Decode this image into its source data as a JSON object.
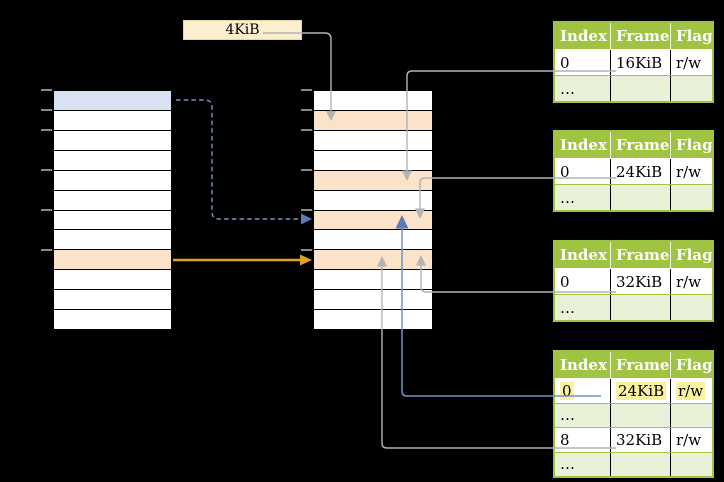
{
  "diagram": {
    "background": "#000000",
    "size_label": "4KiB"
  },
  "virtual_memory": {
    "rows": 12,
    "highlighted_rows": [
      {
        "index": 0,
        "color_key": "blue"
      },
      {
        "index": 8,
        "color_key": "orange"
      }
    ],
    "tick_rows": [
      0,
      1,
      2,
      4,
      6,
      8
    ]
  },
  "physical_memory": {
    "rows": 12,
    "highlighted_rows": [
      {
        "index": 1,
        "color_key": "orange"
      },
      {
        "index": 4,
        "color_key": "orange"
      },
      {
        "index": 6,
        "color_key": "orange"
      },
      {
        "index": 8,
        "color_key": "orange"
      }
    ],
    "tick_rows": [
      0,
      1,
      2,
      4,
      6,
      8
    ]
  },
  "page_tables": [
    {
      "id": "page-table-1",
      "headers": [
        "Index",
        "Frame",
        "Flags"
      ],
      "rows": [
        {
          "cells": [
            "0",
            "16KiB",
            "r/w"
          ],
          "shaded": false,
          "highlighted": false
        },
        {
          "cells": [
            "…",
            "",
            ""
          ],
          "shaded": true,
          "highlighted": false
        }
      ]
    },
    {
      "id": "page-table-2",
      "headers": [
        "Index",
        "Frame",
        "Flags"
      ],
      "rows": [
        {
          "cells": [
            "0",
            "24KiB",
            "r/w"
          ],
          "shaded": false,
          "highlighted": false
        },
        {
          "cells": [
            "…",
            "",
            ""
          ],
          "shaded": true,
          "highlighted": false
        }
      ]
    },
    {
      "id": "page-table-3",
      "headers": [
        "Index",
        "Frame",
        "Flags"
      ],
      "rows": [
        {
          "cells": [
            "0",
            "32KiB",
            "r/w"
          ],
          "shaded": false,
          "highlighted": false
        },
        {
          "cells": [
            "…",
            "",
            ""
          ],
          "shaded": true,
          "highlighted": false
        }
      ]
    },
    {
      "id": "page-table-4",
      "headers": [
        "Index",
        "Frame",
        "Flags"
      ],
      "rows": [
        {
          "cells": [
            "0",
            "24KiB",
            "r/w"
          ],
          "shaded": false,
          "highlighted": true
        },
        {
          "cells": [
            "…",
            "",
            ""
          ],
          "shaded": true,
          "highlighted": false
        },
        {
          "cells": [
            "8",
            "32KiB",
            "r/w"
          ],
          "shaded": false,
          "highlighted": false
        },
        {
          "cells": [
            "…",
            "",
            ""
          ],
          "shaded": true,
          "highlighted": false
        }
      ]
    }
  ],
  "colors": {
    "table_header_green": "#a0c441",
    "table_row_green": "#e9f1d9",
    "frame_orange": "#fbe3c9",
    "page_blue": "#d8e2f2",
    "label_cream": "#fcefcd",
    "highlight_yellow": "#fbf2a0",
    "connector_gray": "#b3b3b3",
    "connector_blue": "#7292cb",
    "connector_blue_dark": "#5b7cb8",
    "connector_gold": "#dfa41f",
    "tick_gray": "#8a8a8a"
  }
}
